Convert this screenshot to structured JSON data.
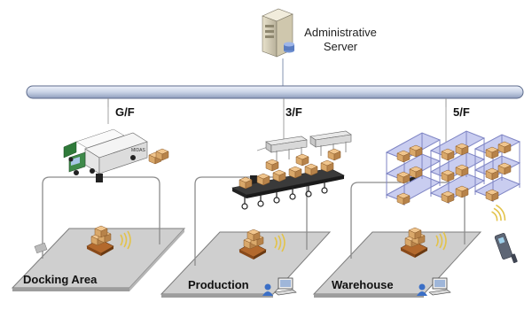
{
  "server": {
    "label_line1": "Administrative",
    "label_line2": "Server",
    "icon": "server-icon"
  },
  "floors": [
    {
      "label": "G/F"
    },
    {
      "label": "3/F"
    },
    {
      "label": "5/F"
    }
  ],
  "areas": [
    {
      "label": "Docking Area",
      "icon": "truck-icon"
    },
    {
      "label": "Production",
      "icon": "conveyor-icon"
    },
    {
      "label": "Warehouse",
      "icon": "shelving-icon"
    }
  ],
  "truck_text": "MIDAS",
  "colors": {
    "backbone": "#c9d3e6",
    "floor": "#cfcfcf",
    "box": "#d9a86a",
    "shelf": "#b9bde6",
    "rfid": "#e3c34a"
  }
}
